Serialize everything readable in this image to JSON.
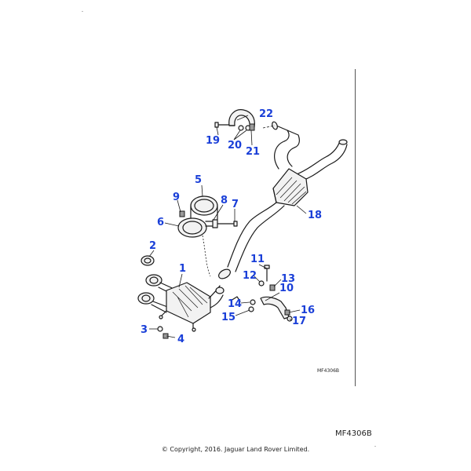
{
  "diagram": {
    "callouts": [
      "1",
      "2",
      "3",
      "4",
      "5",
      "6",
      "7",
      "8",
      "9",
      "10",
      "11",
      "12",
      "13",
      "14",
      "15",
      "16",
      "17",
      "18",
      "19",
      "20",
      "21",
      "22"
    ],
    "ref_small": "MF4306B",
    "ref_large": "MF4306B",
    "copyright": "© Copyright, 2016. Jaguar Land Rover Limited."
  }
}
